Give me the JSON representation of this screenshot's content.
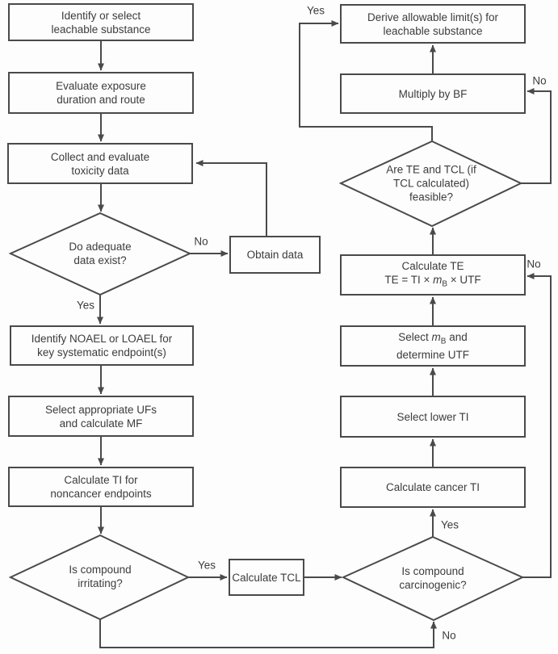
{
  "canvas": {
    "background": "#fdfdfd",
    "line_color": "#4a4a4a",
    "text_color": "#3c3c3c"
  },
  "boxes": {
    "identify_substance": {
      "line1": "Identify or select",
      "line2": "leachable substance"
    },
    "evaluate_exposure": {
      "line1": "Evaluate exposure",
      "line2": "duration and route"
    },
    "collect_toxicity": {
      "line1": "Collect and evaluate",
      "line2": "toxicity data"
    },
    "obtain_data": {
      "line1": "Obtain data"
    },
    "identify_noael": {
      "line1": "Identify NOAEL or LOAEL for",
      "line2": "key systematic endpoint(s)"
    },
    "select_ufs": {
      "line1": "Select appropriate UFs",
      "line2": "and calculate MF"
    },
    "calculate_ti": {
      "line1": "Calculate TI for",
      "line2": "noncancer endpoints"
    },
    "calculate_tcl": {
      "line1": "Calculate TCL"
    },
    "derive_limits": {
      "line1": "Derive allowable limit(s) for",
      "line2": "leachable substance"
    },
    "multiply_bf": {
      "line1": "Multiply by BF"
    },
    "calculate_te": {
      "line1": "Calculate TE",
      "formula_pre": "TE = TI × ",
      "formula_var": "m",
      "formula_sub": "B",
      "formula_post": " × UTF"
    },
    "select_mb": {
      "pre": "Select ",
      "var": "m",
      "sub": "B",
      "post": " and",
      "line2": "determine UTF"
    },
    "select_lower_ti": {
      "line1": "Select lower TI"
    },
    "calculate_cancer_ti": {
      "line1": "Calculate cancer TI"
    }
  },
  "decisions": {
    "adequate_data": {
      "line1": "Do adequate",
      "line2": "data exist?"
    },
    "irritating": {
      "line1": "Is compound",
      "line2": "irritating?"
    },
    "carcinogenic": {
      "line1": "Is compound",
      "line2": "carcinogenic?"
    },
    "feasible": {
      "line1": "Are TE and TCL (if",
      "line2": "TCL calculated)",
      "line3": "feasible?"
    }
  },
  "edge_labels": {
    "adequate_yes": "Yes",
    "adequate_no": "No",
    "irritating_yes": "Yes",
    "irritating_no": "No",
    "carcinogenic_yes": "Yes",
    "carcinogenic_no": "No",
    "feasible_yes": "Yes",
    "feasible_no": "No"
  }
}
